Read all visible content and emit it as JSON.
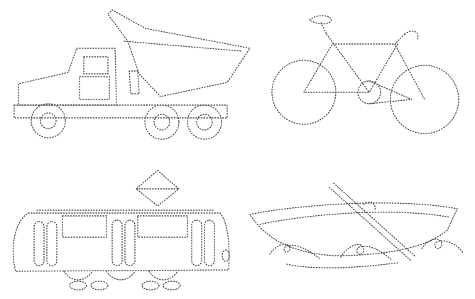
{
  "sheet": {
    "items": [
      {
        "name": "dump-truck",
        "kind": "dotted tracing outline"
      },
      {
        "name": "bicycle",
        "kind": "dotted tracing outline"
      },
      {
        "name": "tram",
        "kind": "dotted tracing outline"
      },
      {
        "name": "rowboat",
        "kind": "dotted tracing outline"
      }
    ],
    "colors": {
      "background": "#ffffff",
      "ink": "#4a4a4a"
    }
  }
}
